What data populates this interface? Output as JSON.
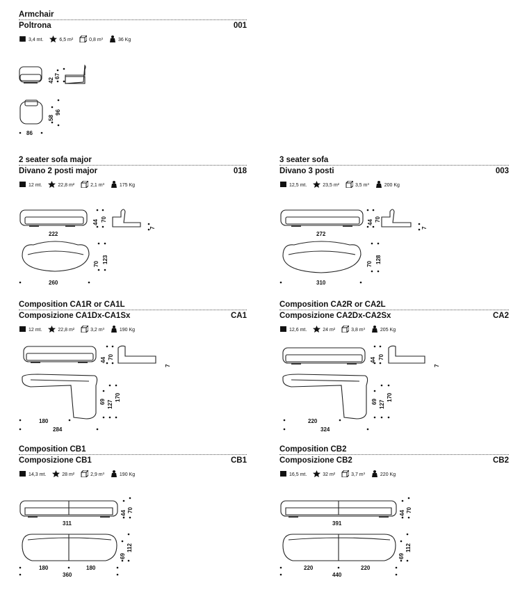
{
  "products": [
    {
      "title_en": "Armchair",
      "title_it": "Poltrona",
      "code": "001",
      "specs": {
        "length": "3,4 mt.",
        "area": "6,5 m²",
        "volume": "0,8 m³",
        "weight": "36 Kg"
      },
      "dims": {
        "h_seat": "42",
        "h_back": "67",
        "d_seat": "58",
        "d_total": "96",
        "w_total": "86"
      }
    },
    {
      "title_en": "2 seater sofa major",
      "title_it": "Divano 2 posti major",
      "code": "018",
      "specs": {
        "length": "12 mt.",
        "area": "22,8 m²",
        "volume": "2,1 m³",
        "weight": "175 Kg"
      },
      "dims": {
        "h_seat": "44",
        "h_back": "70",
        "h_side": "7",
        "w_front": "222",
        "d_seat": "70",
        "d_total": "123",
        "w_total": "260"
      }
    },
    {
      "title_en": "3 seater sofa",
      "title_it": "Divano 3 posti",
      "code": "003",
      "specs": {
        "length": "12,5 mt.",
        "area": "23,5 m²",
        "volume": "3,5 m³",
        "weight": "200 Kg"
      },
      "dims": {
        "h_seat": "44",
        "h_back": "70",
        "h_side": "7",
        "w_front": "272",
        "d_seat": "70",
        "d_total": "128",
        "w_total": "310"
      }
    },
    {
      "title_en": "Composition CA1R or CA1L",
      "title_it": "Composizione CA1Dx-CA1Sx",
      "code": "CA1",
      "specs": {
        "length": "12 mt.",
        "area": "22,8 m²",
        "volume": "3,2 m³",
        "weight": "190 Kg"
      },
      "dims": {
        "h_seat": "44",
        "h_back": "70",
        "h_side": "7",
        "d_seat": "69",
        "d_mid": "127",
        "d_total": "170",
        "w_part": "180",
        "w_total": "284"
      }
    },
    {
      "title_en": "Composition CA2R or CA2L",
      "title_it": "Composizione CA2Dx-CA2Sx",
      "code": "CA2",
      "specs": {
        "length": "12,6 mt.",
        "area": "24 m²",
        "volume": "3,8 m³",
        "weight": "205 Kg"
      },
      "dims": {
        "h_seat": "44",
        "h_back": "70",
        "h_side": "7",
        "d_seat": "69",
        "d_mid": "127",
        "d_total": "170",
        "w_part": "220",
        "w_total": "324"
      }
    },
    {
      "title_en": "Composition CB1",
      "title_it": "Composizione CB1",
      "code": "CB1",
      "specs": {
        "length": "14,3 mt.",
        "area": "28 m²",
        "volume": "2,9 m³",
        "weight": "190 Kg"
      },
      "dims": {
        "h_seat": "44",
        "h_back": "70",
        "w_front": "311",
        "d_seat": "69",
        "d_total": "112",
        "w_left": "180",
        "w_right": "180",
        "w_total": "360"
      }
    },
    {
      "title_en": "Composition CB2",
      "title_it": "Composizione CB2",
      "code": "CB2",
      "specs": {
        "length": "16,5 mt.",
        "area": "32 m²",
        "volume": "3,7 m³",
        "weight": "220 Kg"
      },
      "dims": {
        "h_seat": "44",
        "h_back": "70",
        "w_front": "391",
        "d_seat": "69",
        "d_total": "112",
        "w_left": "220",
        "w_right": "220",
        "w_total": "440"
      }
    }
  ]
}
